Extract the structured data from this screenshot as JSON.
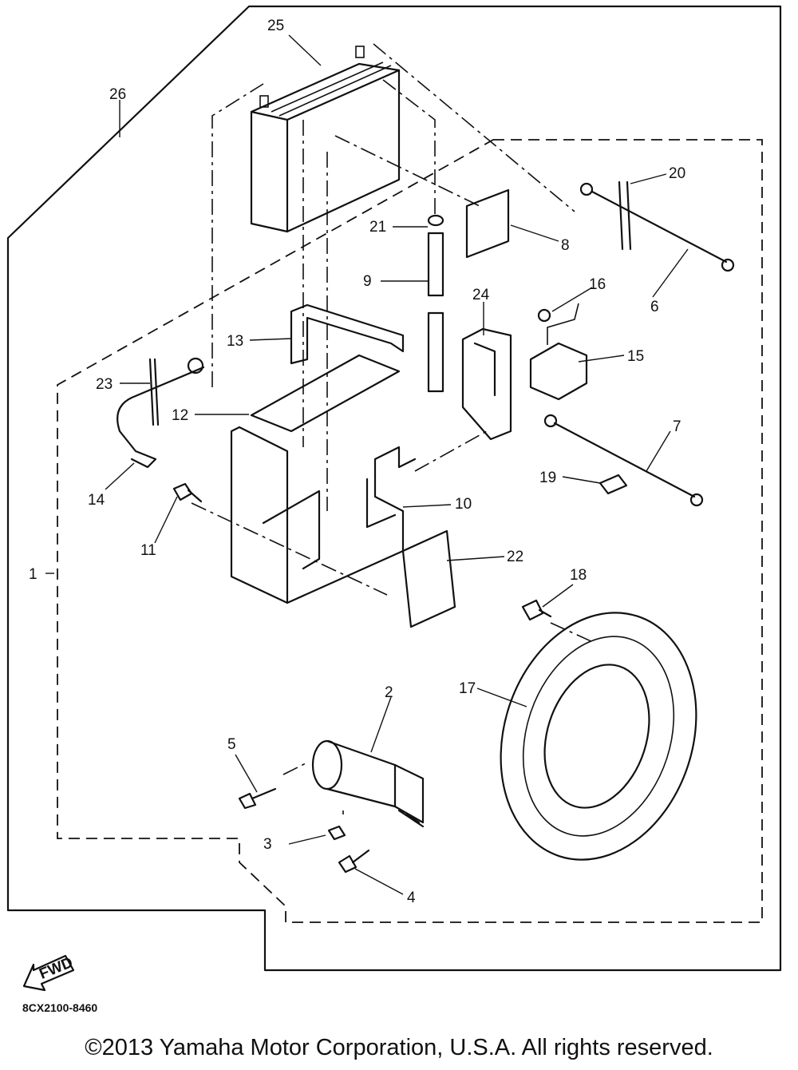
{
  "diagram": {
    "callouts": [
      "1",
      "2",
      "3",
      "4",
      "5",
      "6",
      "7",
      "8",
      "9",
      "10",
      "11",
      "12",
      "13",
      "14",
      "15",
      "16",
      "17",
      "18",
      "19",
      "20",
      "21",
      "22",
      "23",
      "24",
      "25",
      "26"
    ],
    "fwd_label": "FWD",
    "drawing_code": "8CX2100-8460",
    "copyright": "©2013 Yamaha Motor Corporation, U.S.A. All rights reserved."
  }
}
